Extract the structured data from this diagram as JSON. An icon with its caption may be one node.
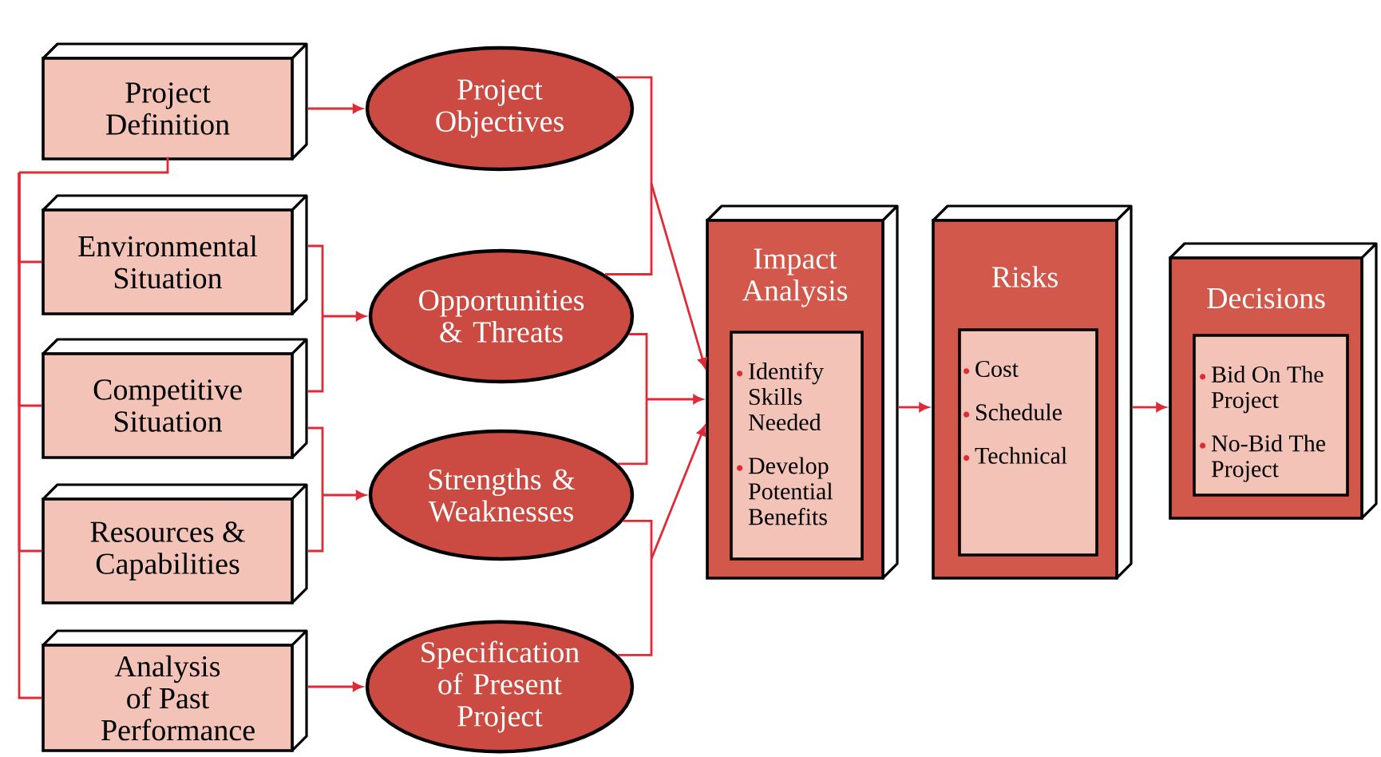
{
  "diagram": {
    "nodes": [
      {
        "text": [
          "Project Definition"
        ]
      },
      {
        "text": [
          "Environmental Situation"
        ]
      },
      {
        "text": [
          "Competitive Situation"
        ]
      },
      {
        "text": [
          "Resources & Capabilities"
        ]
      },
      {
        "text": [
          "Analysis of Past Performance"
        ]
      },
      {
        "text": [
          "Project Objectives"
        ]
      },
      {
        "text": [
          "Opportunities & Threats"
        ]
      },
      {
        "text": [
          "Strengths & Weaknesses"
        ]
      },
      {
        "text": [
          "Specification of Present Project"
        ]
      },
      {
        "text": [
          "Impact Analysis"
        ]
      },
      {
        "text": [
          "Identify Skills Needed",
          "Develop Potential Benefits"
        ],
        "in": 9
      },
      {
        "text": [
          "Risks"
        ]
      },
      {
        "text": [
          "Cost",
          "Schedule",
          "Technical"
        ],
        "in": 11
      },
      {
        "text": [
          "Decisions"
        ]
      },
      {
        "text": [
          "Bid On The Project",
          "No-Bid The Project"
        ],
        "in": 13
      }
    ],
    "edges": [
      {
        "from": 0,
        "to": 5,
        "arrow": "to"
      },
      {
        "from": 0,
        "to": 1,
        "arrow": "none"
      },
      {
        "from": 0,
        "to": 2,
        "arrow": "none"
      },
      {
        "from": 0,
        "to": 3,
        "arrow": "none"
      },
      {
        "from": 0,
        "to": 4,
        "arrow": "none"
      },
      {
        "from": 1,
        "to": 6,
        "arrow": "to"
      },
      {
        "from": 2,
        "to": 6,
        "arrow": "to"
      },
      {
        "from": 2,
        "to": 7,
        "arrow": "to"
      },
      {
        "from": 3,
        "to": 7,
        "arrow": "to"
      },
      {
        "from": 4,
        "to": 8,
        "arrow": "to"
      },
      {
        "from": 5,
        "to": 9,
        "arrow": "to"
      },
      {
        "from": 6,
        "to": 9,
        "arrow": "to"
      },
      {
        "from": 6,
        "to": 9,
        "arrow": "to"
      },
      {
        "from": 7,
        "to": 9,
        "arrow": "to"
      },
      {
        "from": 7,
        "to": 9,
        "arrow": "to"
      },
      {
        "from": 8,
        "to": 9,
        "arrow": "to"
      },
      {
        "from": 9,
        "to": 11,
        "arrow": "to"
      },
      {
        "from": 11,
        "to": 13,
        "arrow": "to"
      }
    ]
  }
}
